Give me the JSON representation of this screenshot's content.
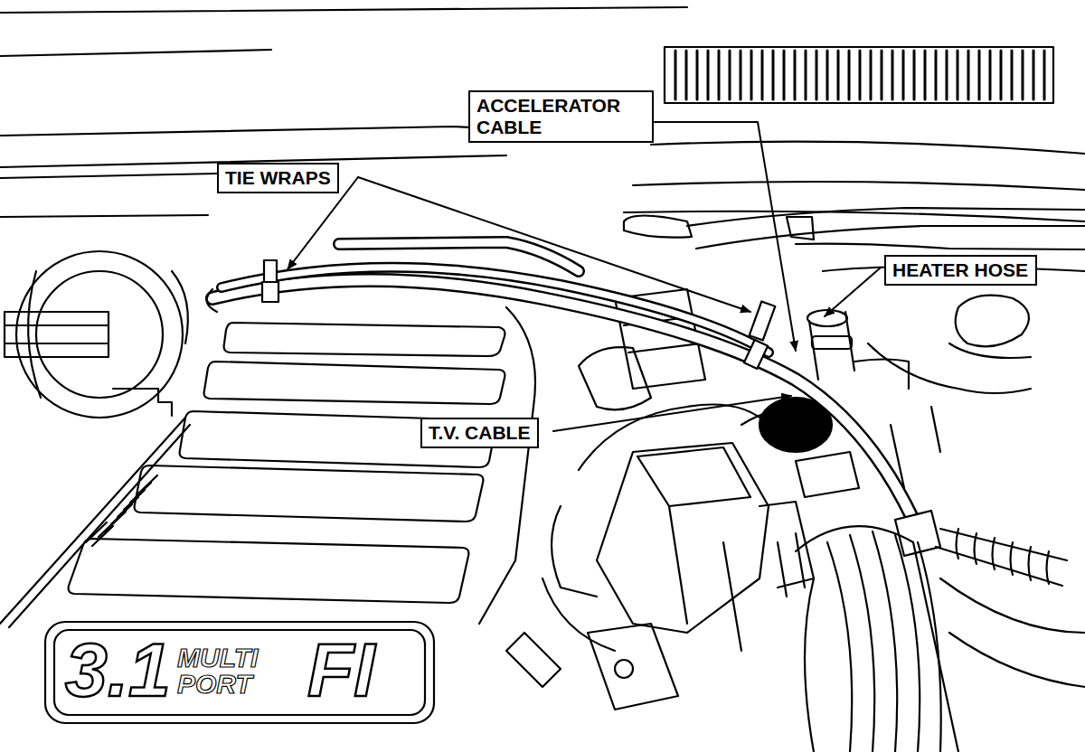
{
  "diagram": {
    "nodes": [
      {
        "text": [
          "TIE WRAPS"
        ]
      },
      {
        "text": [
          "ACCELERATOR CABLE"
        ]
      },
      {
        "text": [
          "HEATER HOSE"
        ]
      },
      {
        "text": [
          "T.V. CABLE"
        ]
      }
    ],
    "labels": [
      "3.1",
      "MULTI PORT",
      "FI"
    ]
  }
}
